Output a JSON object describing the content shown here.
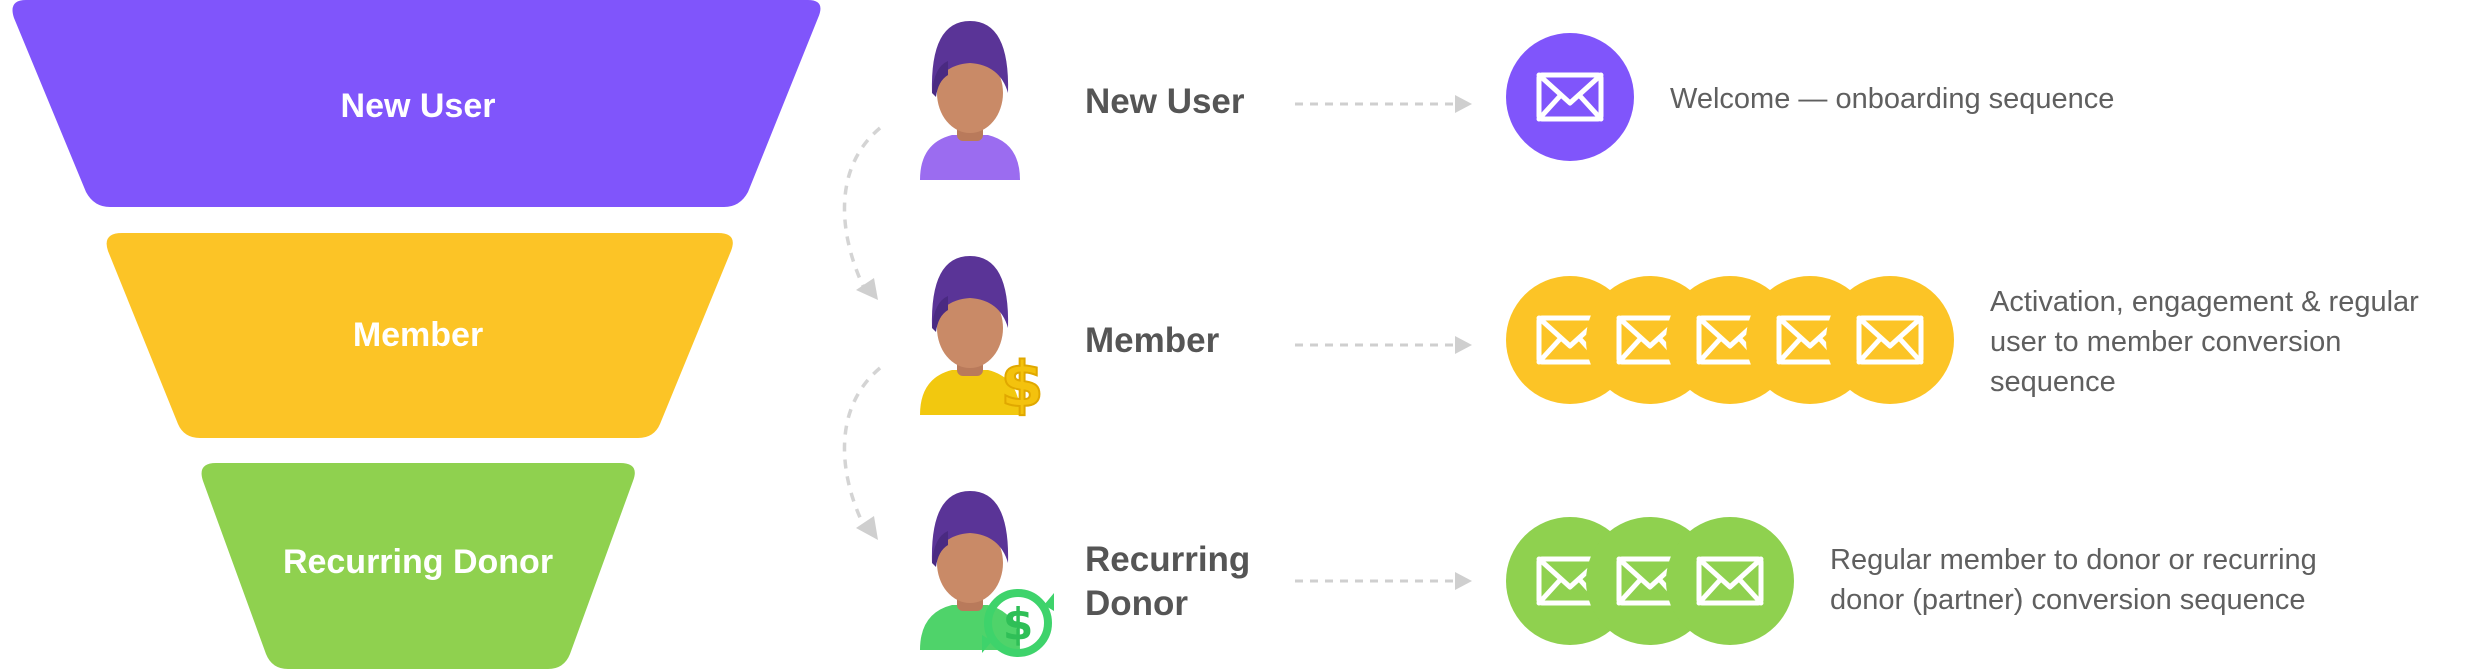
{
  "funnel": {
    "stages": [
      {
        "label": "New User",
        "color": "#8055fb"
      },
      {
        "label": "Member",
        "color": "#fcc426"
      },
      {
        "label": "Recurring Donor",
        "color": "#8fd14f"
      }
    ]
  },
  "rows": [
    {
      "name": "New User",
      "description_lines": [
        "Welcome — onboarding sequence"
      ],
      "email_count": 1,
      "email_color": "#8055fb",
      "avatar": {
        "shirt_color": "#9b6cf0",
        "badge": "none"
      }
    },
    {
      "name": "Member",
      "description_lines": [
        "Activation, engagement & regular",
        "user to member conversion",
        "sequence"
      ],
      "email_count": 5,
      "email_color": "#fcc426",
      "avatar": {
        "shirt_color": "#f2c80f",
        "badge": "dollar-icon"
      }
    },
    {
      "name_lines": [
        "Recurring",
        "Donor"
      ],
      "description_lines": [
        "Regular member to donor or recurring",
        "donor (partner) conversion sequence"
      ],
      "email_count": 3,
      "email_color": "#8fd14f",
      "avatar": {
        "shirt_color": "#4fd36a",
        "badge": "recurring-dollar-icon"
      }
    }
  ]
}
